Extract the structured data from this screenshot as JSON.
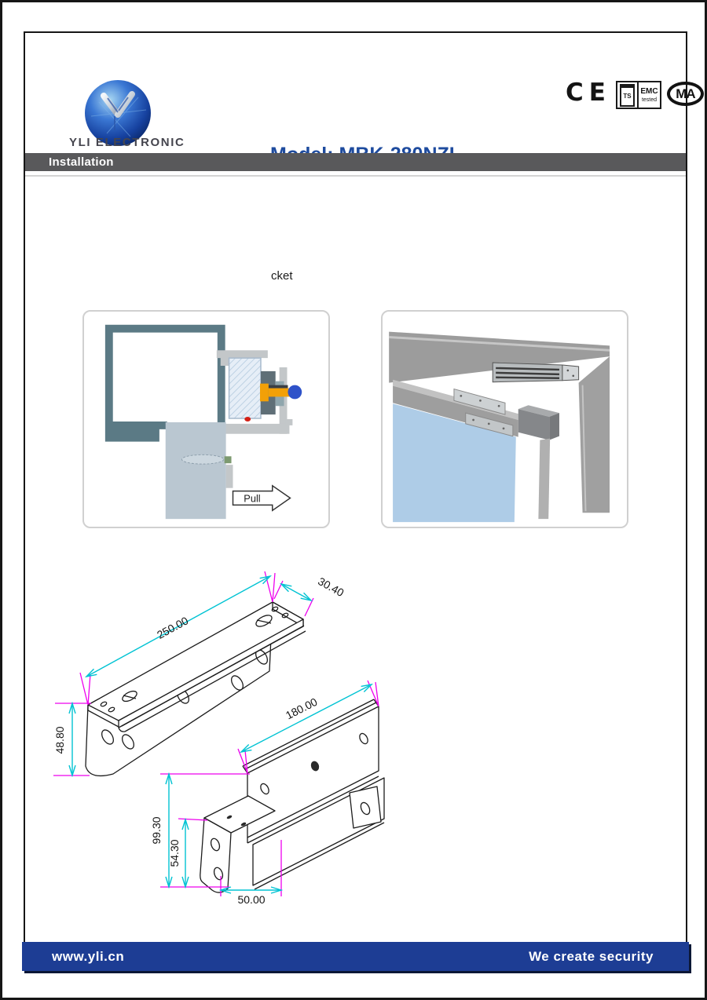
{
  "header": {
    "company_name": "YLI ELECTRONIC",
    "model_title": "Model: MBK-280NZL",
    "certs": {
      "ce": "CE",
      "emc_logo": "TS",
      "emc_line1": "EMC",
      "emc_line2": "tested",
      "ma": "MA"
    }
  },
  "banner": {
    "title": "Installation"
  },
  "content": {
    "caption_fragment": "cket",
    "pull_label": "Pull"
  },
  "drawing": {
    "dimensions": {
      "l_length": "250.00",
      "l_width": "30.40",
      "l_height": "48.80",
      "z_length": "180.00",
      "z_total_height": "99.30",
      "z_inner_height": "54.30",
      "z_width": "50.00"
    }
  },
  "footer": {
    "website": "www.yli.cn",
    "slogan": "We create security"
  },
  "colors": {
    "accent_blue": "#1e4b9e",
    "footer_blue": "#1d3d94",
    "banner_gray": "#59595b",
    "dim_cyan": "#00c3d3",
    "dim_magenta": "#ee00ee"
  }
}
